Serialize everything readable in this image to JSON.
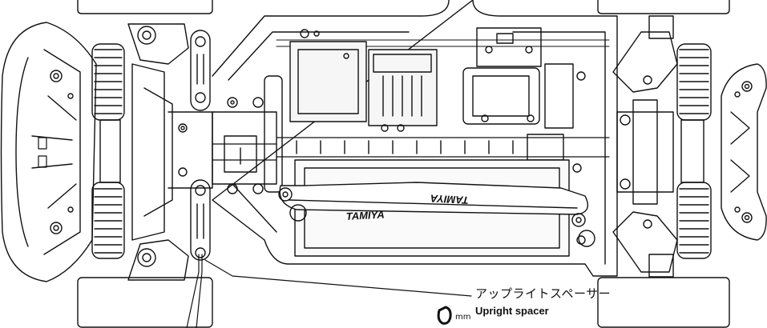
{
  "callout": {
    "label_jp": "アップライトスペーサー",
    "label_en": "Upright spacer",
    "unit": "mm",
    "icon": "spacer-icon"
  },
  "logos": {
    "chassis_brand": "TAMIYA"
  },
  "colors": {
    "line": "#111111",
    "background": "#ffffff",
    "fill_light": "#f2f2f2"
  }
}
